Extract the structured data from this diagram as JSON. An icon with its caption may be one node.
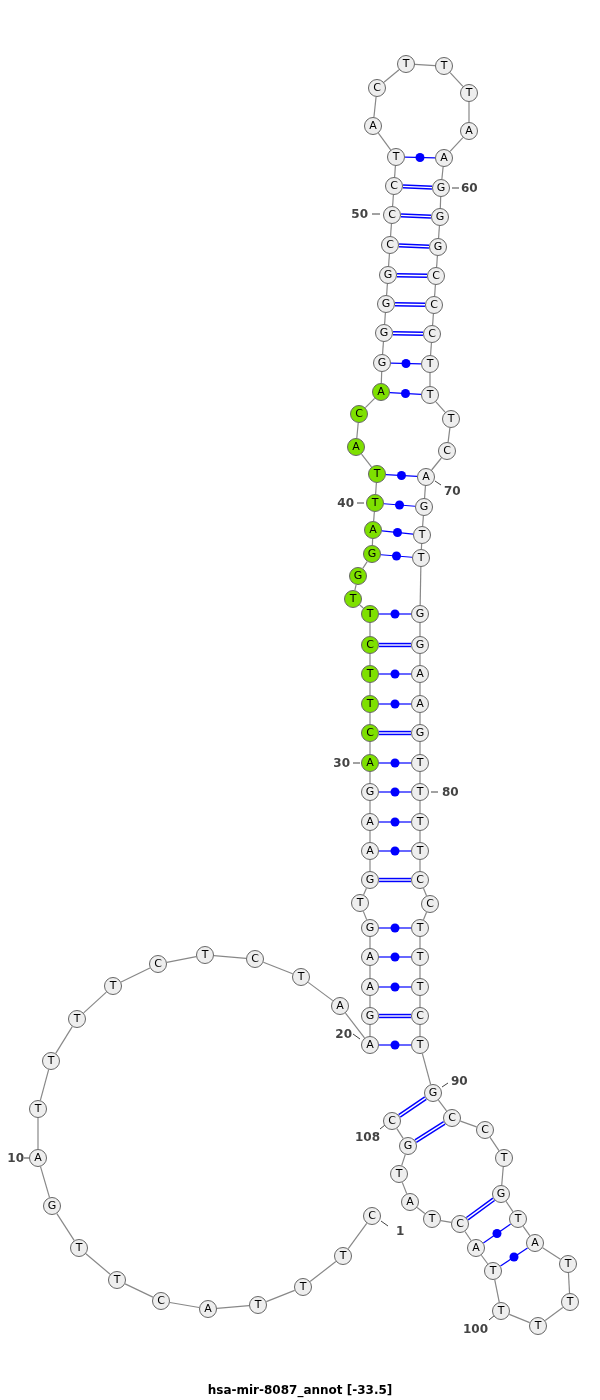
{
  "diagram": {
    "caption": "hsa-mir-8087_annot [-33.5]",
    "nodes": [
      {
        "text": [
          "C"
        ],
        "beside": [
          "1"
        ]
      },
      {
        "text": [
          "T"
        ]
      },
      {
        "text": [
          "T"
        ]
      },
      {
        "text": [
          "T"
        ]
      },
      {
        "text": [
          "A"
        ]
      },
      {
        "text": [
          "C"
        ]
      },
      {
        "text": [
          "T"
        ]
      },
      {
        "text": [
          "T"
        ]
      },
      {
        "text": [
          "G"
        ]
      },
      {
        "text": [
          "A"
        ],
        "beside": [
          "10"
        ]
      },
      {
        "text": [
          "T"
        ]
      },
      {
        "text": [
          "T"
        ]
      },
      {
        "text": [
          "T"
        ]
      },
      {
        "text": [
          "T"
        ]
      },
      {
        "text": [
          "C"
        ]
      },
      {
        "text": [
          "T"
        ]
      },
      {
        "text": [
          "C"
        ]
      },
      {
        "text": [
          "T"
        ]
      },
      {
        "text": [
          "A"
        ]
      },
      {
        "text": [
          "A"
        ],
        "beside": [
          "20"
        ]
      },
      {
        "text": [
          "G"
        ]
      },
      {
        "text": [
          "A"
        ]
      },
      {
        "text": [
          "A"
        ]
      },
      {
        "text": [
          "G"
        ]
      },
      {
        "text": [
          "T"
        ]
      },
      {
        "text": [
          "G"
        ]
      },
      {
        "text": [
          "A"
        ]
      },
      {
        "text": [
          "A"
        ]
      },
      {
        "text": [
          "G"
        ]
      },
      {
        "text": [
          "A"
        ],
        "beside": [
          "30"
        ]
      },
      {
        "text": [
          "C"
        ]
      },
      {
        "text": [
          "T"
        ]
      },
      {
        "text": [
          "T"
        ]
      },
      {
        "text": [
          "C"
        ]
      },
      {
        "text": [
          "T"
        ]
      },
      {
        "text": [
          "T"
        ]
      },
      {
        "text": [
          "G"
        ]
      },
      {
        "text": [
          "G"
        ]
      },
      {
        "text": [
          "A"
        ]
      },
      {
        "text": [
          "T"
        ],
        "beside": [
          "40"
        ]
      },
      {
        "text": [
          "T"
        ]
      },
      {
        "text": [
          "A"
        ]
      },
      {
        "text": [
          "C"
        ]
      },
      {
        "text": [
          "A"
        ]
      },
      {
        "text": [
          "G"
        ]
      },
      {
        "text": [
          "G"
        ]
      },
      {
        "text": [
          "G"
        ]
      },
      {
        "text": [
          "G"
        ]
      },
      {
        "text": [
          "C"
        ]
      },
      {
        "text": [
          "C"
        ],
        "beside": [
          "50"
        ]
      },
      {
        "text": [
          "C"
        ]
      },
      {
        "text": [
          "T"
        ]
      },
      {
        "text": [
          "A"
        ]
      },
      {
        "text": [
          "C"
        ]
      },
      {
        "text": [
          "T"
        ]
      },
      {
        "text": [
          "T"
        ]
      },
      {
        "text": [
          "T"
        ]
      },
      {
        "text": [
          "A"
        ]
      },
      {
        "text": [
          "A"
        ]
      },
      {
        "text": [
          "G"
        ],
        "beside": [
          "60"
        ]
      },
      {
        "text": [
          "G"
        ]
      },
      {
        "text": [
          "G"
        ]
      },
      {
        "text": [
          "C"
        ]
      },
      {
        "text": [
          "C"
        ]
      },
      {
        "text": [
          "C"
        ]
      },
      {
        "text": [
          "T"
        ]
      },
      {
        "text": [
          "T"
        ]
      },
      {
        "text": [
          "T"
        ]
      },
      {
        "text": [
          "C"
        ]
      },
      {
        "text": [
          "A"
        ],
        "beside": [
          "70"
        ]
      },
      {
        "text": [
          "G"
        ]
      },
      {
        "text": [
          "T"
        ]
      },
      {
        "text": [
          "T"
        ]
      },
      {
        "text": [
          "G"
        ]
      },
      {
        "text": [
          "G"
        ]
      },
      {
        "text": [
          "A"
        ]
      },
      {
        "text": [
          "A"
        ]
      },
      {
        "text": [
          "G"
        ]
      },
      {
        "text": [
          "T"
        ]
      },
      {
        "text": [
          "T"
        ],
        "beside": [
          "80"
        ]
      },
      {
        "text": [
          "T"
        ]
      },
      {
        "text": [
          "T"
        ]
      },
      {
        "text": [
          "C"
        ]
      },
      {
        "text": [
          "C"
        ]
      },
      {
        "text": [
          "T"
        ]
      },
      {
        "text": [
          "T"
        ]
      },
      {
        "text": [
          "T"
        ]
      },
      {
        "text": [
          "C"
        ]
      },
      {
        "text": [
          "T"
        ]
      },
      {
        "text": [
          "G"
        ],
        "beside": [
          "90"
        ]
      },
      {
        "text": [
          "C"
        ]
      },
      {
        "text": [
          "C"
        ]
      },
      {
        "text": [
          "T"
        ]
      },
      {
        "text": [
          "G"
        ]
      },
      {
        "text": [
          "T"
        ]
      },
      {
        "text": [
          "A"
        ]
      },
      {
        "text": [
          "T"
        ]
      },
      {
        "text": [
          "T"
        ]
      },
      {
        "text": [
          "T"
        ]
      },
      {
        "text": [
          "T"
        ],
        "beside": [
          "100"
        ]
      },
      {
        "text": [
          "T"
        ]
      },
      {
        "text": [
          "A"
        ]
      },
      {
        "text": [
          "C"
        ]
      },
      {
        "text": [
          "T"
        ]
      },
      {
        "text": [
          "A"
        ]
      },
      {
        "text": [
          "T"
        ]
      },
      {
        "text": [
          "G"
        ]
      },
      {
        "text": [
          "C"
        ],
        "beside": [
          "108"
        ]
      }
    ],
    "edges": [
      {
        "from": 0,
        "to": 1,
        "arrow": "none"
      },
      {
        "from": 1,
        "to": 2,
        "arrow": "none"
      },
      {
        "from": 2,
        "to": 3,
        "arrow": "none"
      },
      {
        "from": 3,
        "to": 4,
        "arrow": "none"
      },
      {
        "from": 4,
        "to": 5,
        "arrow": "none"
      },
      {
        "from": 5,
        "to": 6,
        "arrow": "none"
      },
      {
        "from": 6,
        "to": 7,
        "arrow": "none"
      },
      {
        "from": 7,
        "to": 8,
        "arrow": "none"
      },
      {
        "from": 8,
        "to": 9,
        "arrow": "none"
      },
      {
        "from": 9,
        "to": 10,
        "arrow": "none"
      },
      {
        "from": 10,
        "to": 11,
        "arrow": "none"
      },
      {
        "from": 11,
        "to": 12,
        "arrow": "none"
      },
      {
        "from": 12,
        "to": 13,
        "arrow": "none"
      },
      {
        "from": 13,
        "to": 14,
        "arrow": "none"
      },
      {
        "from": 14,
        "to": 15,
        "arrow": "none"
      },
      {
        "from": 15,
        "to": 16,
        "arrow": "none"
      },
      {
        "from": 16,
        "to": 17,
        "arrow": "none"
      },
      {
        "from": 17,
        "to": 18,
        "arrow": "none"
      },
      {
        "from": 18,
        "to": 19,
        "arrow": "none"
      },
      {
        "from": 19,
        "to": 20,
        "arrow": "none"
      },
      {
        "from": 20,
        "to": 21,
        "arrow": "none"
      },
      {
        "from": 21,
        "to": 22,
        "arrow": "none"
      },
      {
        "from": 22,
        "to": 23,
        "arrow": "none"
      },
      {
        "from": 23,
        "to": 24,
        "arrow": "none"
      },
      {
        "from": 24,
        "to": 25,
        "arrow": "none"
      },
      {
        "from": 25,
        "to": 26,
        "arrow": "none"
      },
      {
        "from": 26,
        "to": 27,
        "arrow": "none"
      },
      {
        "from": 27,
        "to": 28,
        "arrow": "none"
      },
      {
        "from": 28,
        "to": 29,
        "arrow": "none"
      },
      {
        "from": 29,
        "to": 30,
        "arrow": "none"
      },
      {
        "from": 30,
        "to": 31,
        "arrow": "none"
      },
      {
        "from": 31,
        "to": 32,
        "arrow": "none"
      },
      {
        "from": 32,
        "to": 33,
        "arrow": "none"
      },
      {
        "from": 33,
        "to": 34,
        "arrow": "none"
      },
      {
        "from": 34,
        "to": 35,
        "arrow": "none"
      },
      {
        "from": 35,
        "to": 36,
        "arrow": "none"
      },
      {
        "from": 36,
        "to": 37,
        "arrow": "none"
      },
      {
        "from": 37,
        "to": 38,
        "arrow": "none"
      },
      {
        "from": 38,
        "to": 39,
        "arrow": "none"
      },
      {
        "from": 39,
        "to": 40,
        "arrow": "none"
      },
      {
        "from": 40,
        "to": 41,
        "arrow": "none"
      },
      {
        "from": 41,
        "to": 42,
        "arrow": "none"
      },
      {
        "from": 42,
        "to": 43,
        "arrow": "none"
      },
      {
        "from": 43,
        "to": 44,
        "arrow": "none"
      },
      {
        "from": 44,
        "to": 45,
        "arrow": "none"
      },
      {
        "from": 45,
        "to": 46,
        "arrow": "none"
      },
      {
        "from": 46,
        "to": 47,
        "arrow": "none"
      },
      {
        "from": 47,
        "to": 48,
        "arrow": "none"
      },
      {
        "from": 48,
        "to": 49,
        "arrow": "none"
      },
      {
        "from": 49,
        "to": 50,
        "arrow": "none"
      },
      {
        "from": 50,
        "to": 51,
        "arrow": "none"
      },
      {
        "from": 51,
        "to": 52,
        "arrow": "none"
      },
      {
        "from": 52,
        "to": 53,
        "arrow": "none"
      },
      {
        "from": 53,
        "to": 54,
        "arrow": "none"
      },
      {
        "from": 54,
        "to": 55,
        "arrow": "none"
      },
      {
        "from": 55,
        "to": 56,
        "arrow": "none"
      },
      {
        "from": 56,
        "to": 57,
        "arrow": "none"
      },
      {
        "from": 57,
        "to": 58,
        "arrow": "none"
      },
      {
        "from": 58,
        "to": 59,
        "arrow": "none"
      },
      {
        "from": 59,
        "to": 60,
        "arrow": "none"
      },
      {
        "from": 60,
        "to": 61,
        "arrow": "none"
      },
      {
        "from": 61,
        "to": 62,
        "arrow": "none"
      },
      {
        "from": 62,
        "to": 63,
        "arrow": "none"
      },
      {
        "from": 63,
        "to": 64,
        "arrow": "none"
      },
      {
        "from": 64,
        "to": 65,
        "arrow": "none"
      },
      {
        "from": 65,
        "to": 66,
        "arrow": "none"
      },
      {
        "from": 66,
        "to": 67,
        "arrow": "none"
      },
      {
        "from": 67,
        "to": 68,
        "arrow": "none"
      },
      {
        "from": 68,
        "to": 69,
        "arrow": "none"
      },
      {
        "from": 69,
        "to": 70,
        "arrow": "none"
      },
      {
        "from": 70,
        "to": 71,
        "arrow": "none"
      },
      {
        "from": 71,
        "to": 72,
        "arrow": "none"
      },
      {
        "from": 72,
        "to": 73,
        "arrow": "none"
      },
      {
        "from": 73,
        "to": 74,
        "arrow": "none"
      },
      {
        "from": 74,
        "to": 75,
        "arrow": "none"
      },
      {
        "from": 75,
        "to": 76,
        "arrow": "none"
      },
      {
        "from": 76,
        "to": 77,
        "arrow": "none"
      },
      {
        "from": 77,
        "to": 78,
        "arrow": "none"
      },
      {
        "from": 78,
        "to": 79,
        "arrow": "none"
      },
      {
        "from": 79,
        "to": 80,
        "arrow": "none"
      },
      {
        "from": 80,
        "to": 81,
        "arrow": "none"
      },
      {
        "from": 81,
        "to": 82,
        "arrow": "none"
      },
      {
        "from": 82,
        "to": 83,
        "arrow": "none"
      },
      {
        "from": 83,
        "to": 84,
        "arrow": "none"
      },
      {
        "from": 84,
        "to": 85,
        "arrow": "none"
      },
      {
        "from": 85,
        "to": 86,
        "arrow": "none"
      },
      {
        "from": 86,
        "to": 87,
        "arrow": "none"
      },
      {
        "from": 87,
        "to": 88,
        "arrow": "none"
      },
      {
        "from": 88,
        "to": 89,
        "arrow": "none"
      },
      {
        "from": 89,
        "to": 90,
        "arrow": "none"
      },
      {
        "from": 90,
        "to": 91,
        "arrow": "none"
      },
      {
        "from": 91,
        "to": 92,
        "arrow": "none"
      },
      {
        "from": 92,
        "to": 93,
        "arrow": "none"
      },
      {
        "from": 93,
        "to": 94,
        "arrow": "none"
      },
      {
        "from": 94,
        "to": 95,
        "arrow": "none"
      },
      {
        "from": 95,
        "to": 96,
        "arrow": "none"
      },
      {
        "from": 96,
        "to": 97,
        "arrow": "none"
      },
      {
        "from": 97,
        "to": 98,
        "arrow": "none"
      },
      {
        "from": 98,
        "to": 99,
        "arrow": "none"
      },
      {
        "from": 99,
        "to": 100,
        "arrow": "none"
      },
      {
        "from": 100,
        "to": 101,
        "arrow": "none"
      },
      {
        "from": 101,
        "to": 102,
        "arrow": "none"
      },
      {
        "from": 102,
        "to": 103,
        "arrow": "none"
      },
      {
        "from": 103,
        "to": 104,
        "arrow": "none"
      },
      {
        "from": 104,
        "to": 105,
        "arrow": "none"
      },
      {
        "from": 105,
        "to": 106,
        "arrow": "none"
      },
      {
        "from": 106,
        "to": 107,
        "arrow": "none"
      },
      {
        "from": 19,
        "to": 88,
        "arrow": "none",
        "color": "#0000ff"
      },
      {
        "from": 20,
        "to": 87,
        "arrow": "none",
        "style": "thick",
        "color": "#0000ff"
      },
      {
        "from": 21,
        "to": 86,
        "arrow": "none",
        "color": "#0000ff"
      },
      {
        "from": 22,
        "to": 85,
        "arrow": "none",
        "color": "#0000ff"
      },
      {
        "from": 23,
        "to": 84,
        "arrow": "none",
        "color": "#0000ff"
      },
      {
        "from": 25,
        "to": 82,
        "arrow": "none",
        "style": "thick",
        "color": "#0000ff"
      },
      {
        "from": 26,
        "to": 81,
        "arrow": "none",
        "color": "#0000ff"
      },
      {
        "from": 27,
        "to": 80,
        "arrow": "none",
        "color": "#0000ff"
      },
      {
        "from": 28,
        "to": 79,
        "arrow": "none",
        "color": "#0000ff"
      },
      {
        "from": 29,
        "to": 78,
        "arrow": "none",
        "color": "#0000ff"
      },
      {
        "from": 30,
        "to": 77,
        "arrow": "none",
        "style": "thick",
        "color": "#0000ff"
      },
      {
        "from": 31,
        "to": 76,
        "arrow": "none",
        "color": "#0000ff"
      },
      {
        "from": 32,
        "to": 75,
        "arrow": "none",
        "color": "#0000ff"
      },
      {
        "from": 33,
        "to": 74,
        "arrow": "none",
        "style": "thick",
        "color": "#0000ff"
      },
      {
        "from": 34,
        "to": 73,
        "arrow": "none",
        "color": "#0000ff"
      },
      {
        "from": 37,
        "to": 72,
        "arrow": "none",
        "color": "#0000ff"
      },
      {
        "from": 38,
        "to": 71,
        "arrow": "none",
        "color": "#0000ff"
      },
      {
        "from": 39,
        "to": 70,
        "arrow": "none",
        "color": "#0000ff"
      },
      {
        "from": 40,
        "to": 69,
        "arrow": "none",
        "color": "#0000ff"
      },
      {
        "from": 43,
        "to": 66,
        "arrow": "none",
        "color": "#0000ff"
      },
      {
        "from": 44,
        "to": 65,
        "arrow": "none",
        "color": "#0000ff"
      },
      {
        "from": 45,
        "to": 64,
        "arrow": "none",
        "style": "thick",
        "color": "#0000ff"
      },
      {
        "from": 46,
        "to": 63,
        "arrow": "none",
        "style": "thick",
        "color": "#0000ff"
      },
      {
        "from": 47,
        "to": 62,
        "arrow": "none",
        "style": "thick",
        "color": "#0000ff"
      },
      {
        "from": 48,
        "to": 61,
        "arrow": "none",
        "style": "thick",
        "color": "#0000ff"
      },
      {
        "from": 49,
        "to": 60,
        "arrow": "none",
        "style": "thick",
        "color": "#0000ff"
      },
      {
        "from": 50,
        "to": 59,
        "arrow": "none",
        "style": "thick",
        "color": "#0000ff"
      },
      {
        "from": 51,
        "to": 58,
        "arrow": "none",
        "color": "#0000ff"
      },
      {
        "from": 89,
        "to": 107,
        "arrow": "none",
        "style": "thick",
        "color": "#0000ff"
      },
      {
        "from": 90,
        "to": 106,
        "arrow": "none",
        "style": "thick",
        "color": "#0000ff"
      },
      {
        "from": 93,
        "to": 102,
        "arrow": "none",
        "style": "thick",
        "color": "#0000ff"
      },
      {
        "from": 94,
        "to": 101,
        "arrow": "none",
        "color": "#0000ff"
      },
      {
        "from": 95,
        "to": 100,
        "arrow": "none",
        "color": "#0000ff"
      }
    ]
  }
}
